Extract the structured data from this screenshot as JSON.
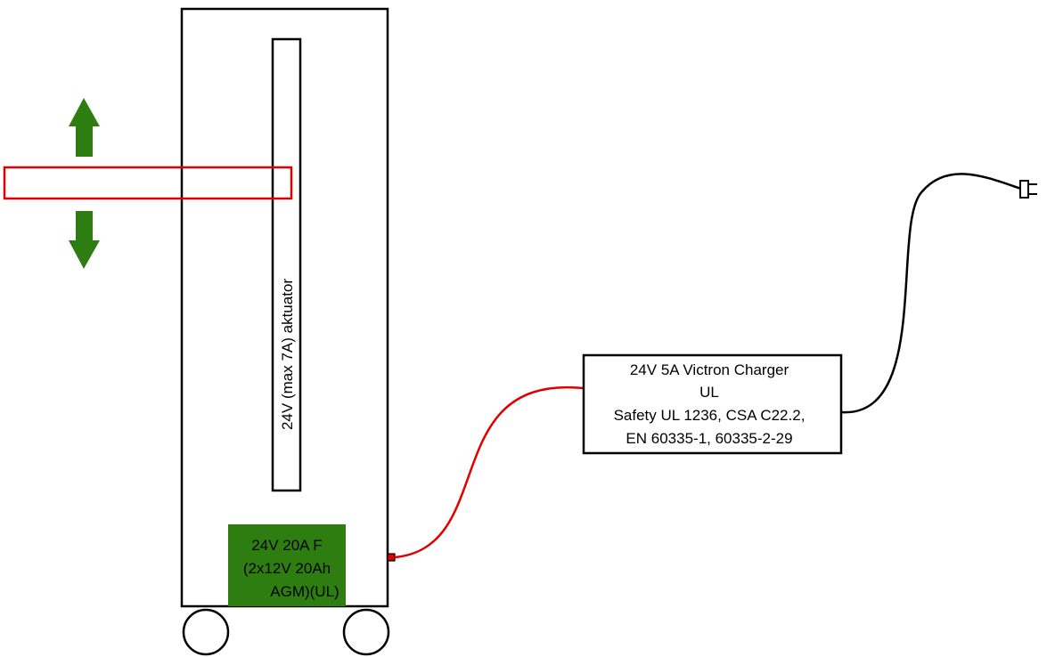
{
  "actuator": {
    "label": "24V (max 7A) aktuator"
  },
  "battery": {
    "lines": [
      "24V 20A F",
      "(2x12V 20Ah",
      "AGM)(UL)"
    ]
  },
  "charger": {
    "lines": [
      "24V 5A Victron Charger",
      "UL",
      "Safety UL 1236, CSA C22.2,",
      "EN 60335-1, 60335-2-29"
    ]
  },
  "colors": {
    "battery_fill": "#2e7d10",
    "arrow": "#2e7d10",
    "desk_outline": "#e00000",
    "charge_cable": "#e00000",
    "mains_cable": "#000000",
    "stroke": "#000000"
  },
  "icons": {
    "up_arrow": "arrow-up-icon",
    "down_arrow": "arrow-down-icon",
    "plug": "power-plug-icon",
    "wheel": "wheel-icon"
  }
}
